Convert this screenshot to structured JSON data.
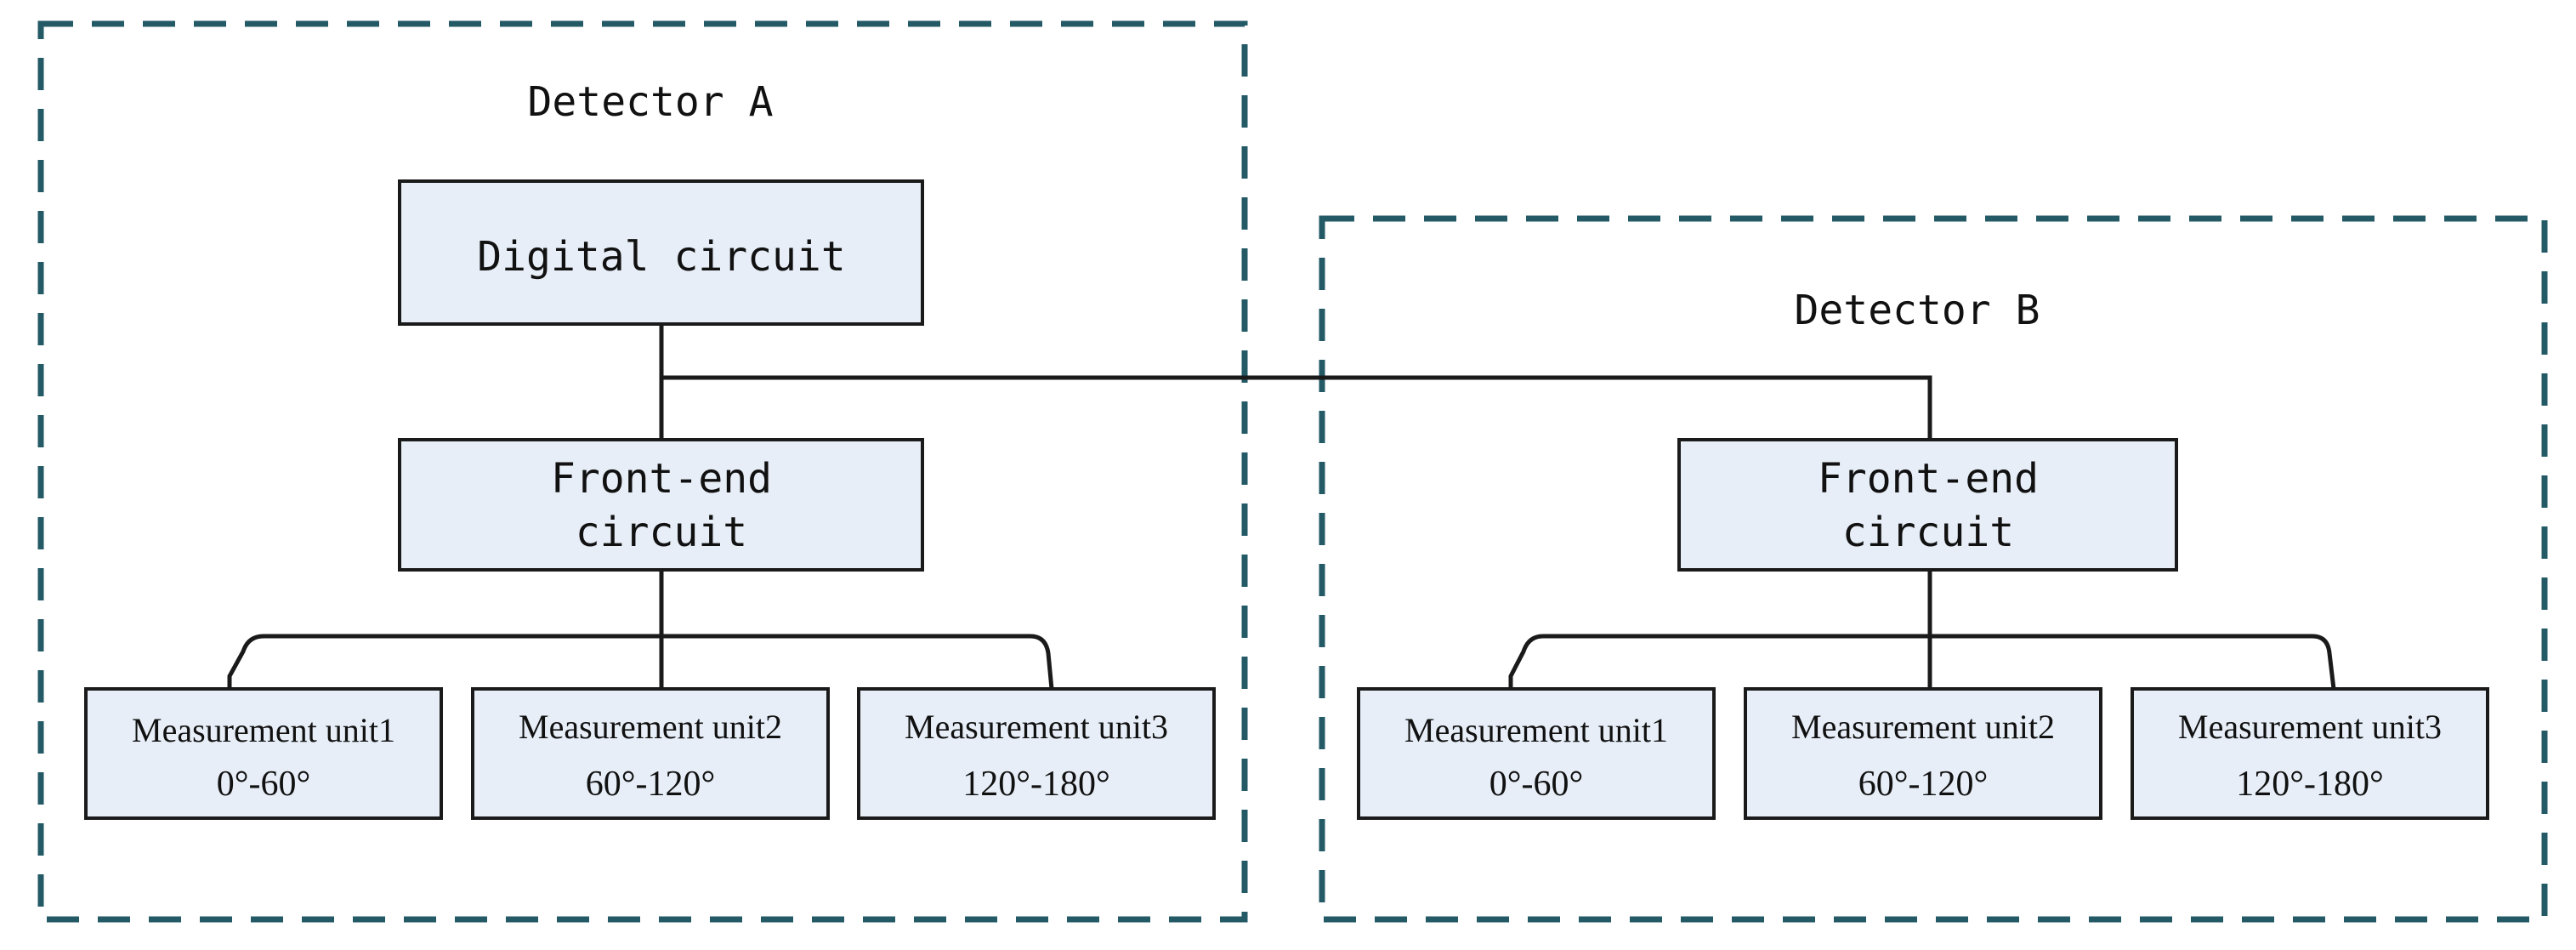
{
  "detector_a": {
    "title": "Detector A",
    "digital": "Digital circuit",
    "frontend_line1": "Front-end",
    "frontend_line2": "circuit",
    "units": [
      {
        "name": "Measurement unit1",
        "range": "0°-60°"
      },
      {
        "name": "Measurement unit2",
        "range": "60°-120°"
      },
      {
        "name": "Measurement unit3",
        "range": "120°-180°"
      }
    ]
  },
  "detector_b": {
    "title": "Detector B",
    "frontend_line1": "Front-end",
    "frontend_line2": "circuit",
    "units": [
      {
        "name": "Measurement unit1",
        "range": "0°-60°"
      },
      {
        "name": "Measurement unit2",
        "range": "60°-120°"
      },
      {
        "name": "Measurement unit3",
        "range": "120°-180°"
      }
    ]
  },
  "colors": {
    "region_border": "#235a66",
    "box_fill": "#e7eef7",
    "line": "#1a1a1a"
  }
}
